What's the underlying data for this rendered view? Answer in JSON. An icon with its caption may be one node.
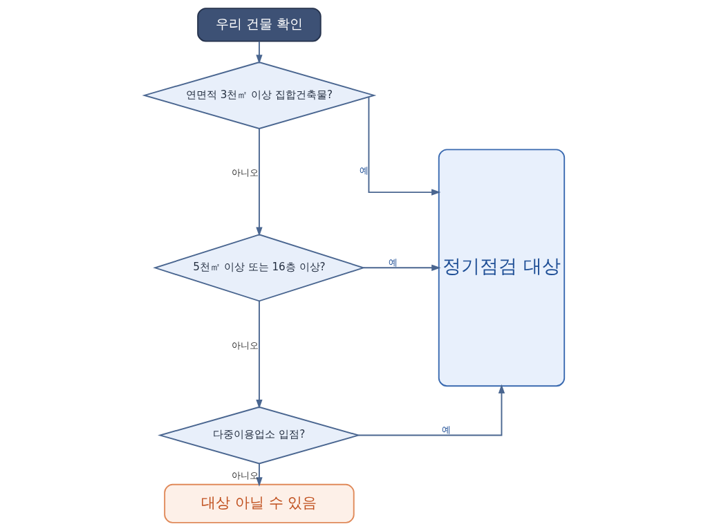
{
  "diagram": {
    "nodes": [
      {
        "text": [
          "우리 건물 확인"
        ]
      },
      {
        "text": [
          "연면적 3천㎡ 이상 집합건축물?"
        ]
      },
      {
        "text": [
          "5천㎡ 이상 또는 16층 이상?"
        ]
      },
      {
        "text": [
          "다중이용업소 입점?"
        ]
      },
      {
        "text": [
          "정기점검 대상"
        ]
      },
      {
        "text": [
          "대상 아닐 수 있음"
        ]
      }
    ],
    "edges": [
      {
        "from": 0,
        "to": 1,
        "arrow": "to"
      },
      {
        "from": 1,
        "to": 4,
        "arrow": "to",
        "label": "예"
      },
      {
        "from": 1,
        "to": 2,
        "arrow": "to",
        "label": "아니오"
      },
      {
        "from": 2,
        "to": 4,
        "arrow": "to",
        "label": "예"
      },
      {
        "from": 2,
        "to": 3,
        "arrow": "to",
        "label": "아니오"
      },
      {
        "from": 3,
        "to": 4,
        "arrow": "to",
        "label": "예"
      },
      {
        "from": 3,
        "to": 5,
        "arrow": "to",
        "label": "아니오"
      }
    ]
  }
}
